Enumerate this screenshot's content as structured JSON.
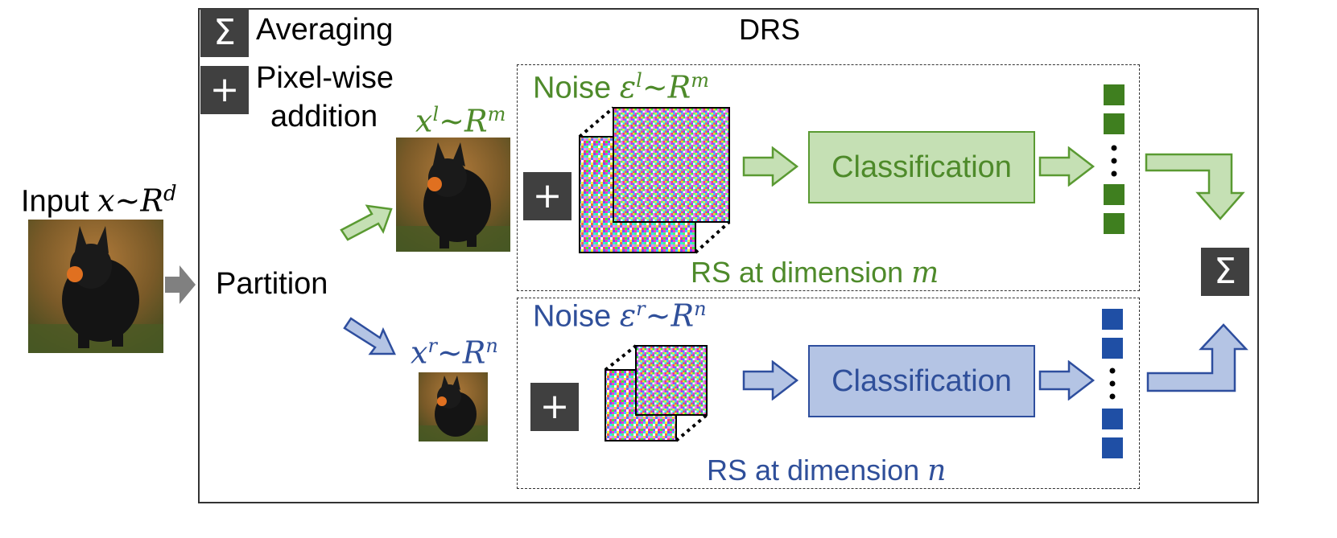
{
  "title": "DRS",
  "legend": {
    "averaging_symbol": "Σ",
    "averaging_label": "Averaging",
    "addition_symbol": "+",
    "addition_label_line1": "Pixel-wise",
    "addition_label_line2": "addition"
  },
  "input": {
    "prefix": "Input ",
    "math": "x∼R",
    "sup": "d"
  },
  "partition_label": "Partition",
  "left_part": {
    "math": "x",
    "sup1": "l",
    "mid": "∼R",
    "sup2": "m"
  },
  "right_part": {
    "math": "x",
    "sup1": "r",
    "mid": "∼R",
    "sup2": "n"
  },
  "branch_m": {
    "noise_prefix": "Noise ",
    "noise_math": "ε",
    "noise_sup1": "l",
    "noise_mid": "∼R",
    "noise_sup2": "m",
    "plus": "+",
    "classifier_label": "Classification",
    "footer_text": "RS at dimension ",
    "footer_math": "m"
  },
  "branch_n": {
    "noise_prefix": "Noise ",
    "noise_math": "ε",
    "noise_sup1": "r",
    "noise_mid": "∼R",
    "noise_sup2": "n",
    "plus": "+",
    "classifier_label": "Classification",
    "footer_text": "RS at dimension ",
    "footer_math": "n"
  },
  "aggregate_symbol": "Σ",
  "colors": {
    "green_text": "#4e8a2a",
    "green_fill": "#c5e0b4",
    "green_stroke": "#5a9a32",
    "green_square": "#3f7f1f",
    "blue_text": "#2f4f9a",
    "blue_fill": "#b4c4e4",
    "blue_stroke": "#2e4e9e",
    "blue_square": "#1f4fa5",
    "gray_arrow": "#808080",
    "dark_box": "#404040"
  },
  "icons": [
    "sigma-icon",
    "plus-icon",
    "arrow-right-icon",
    "dog-photo",
    "noise-image"
  ]
}
